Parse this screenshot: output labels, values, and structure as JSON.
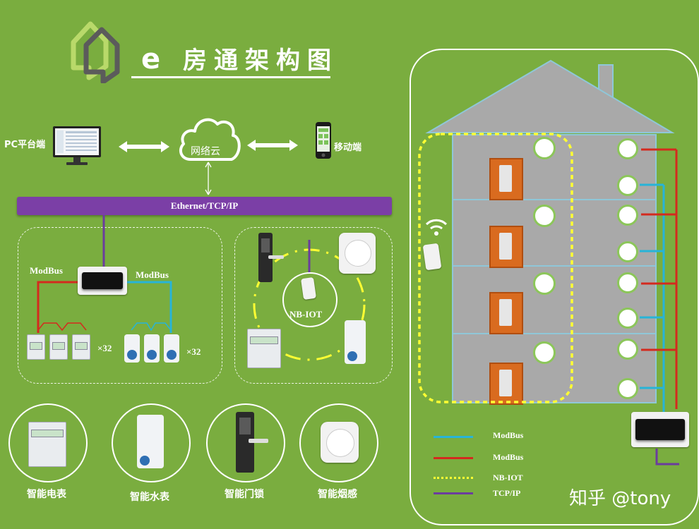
{
  "header": {
    "title_e": "e",
    "title_rest": "房通架构图"
  },
  "nodes": {
    "pc": "PC平台端",
    "cloud": "网络云",
    "mobile": "移动端",
    "bus": "Ethernet/TCP/IP",
    "modbus_left": "ModBus",
    "modbus_right": "ModBus",
    "count_left": "×32",
    "count_right": "×32",
    "nbiot": "NB-IOT"
  },
  "devices": [
    {
      "label": "智能电表"
    },
    {
      "label": "智能水表"
    },
    {
      "label": "智能门锁"
    },
    {
      "label": "智能烟感"
    }
  ],
  "legend": [
    {
      "label": "ModBus",
      "color": "#27b4d8"
    },
    {
      "label": "ModBus",
      "color": "#d42a1e"
    },
    {
      "label": "NB-IOT",
      "color": "#ffff33"
    },
    {
      "label": "TCP/IP",
      "color": "#6b3c9e"
    }
  ],
  "watermark": "知乎 @tony",
  "colors": {
    "background": "#7aad3f",
    "bus": "#7b3fa6",
    "modbus_cyan": "#27b4d8",
    "modbus_red": "#d42a1e",
    "nbiot_yellow": "#ffff33"
  }
}
